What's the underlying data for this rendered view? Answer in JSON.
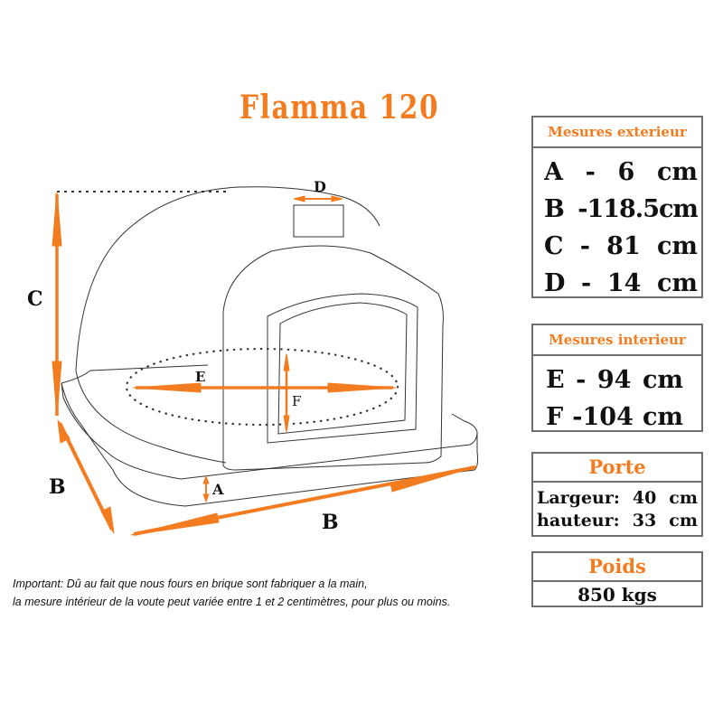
{
  "title": "Flamma 120",
  "colors": {
    "accent": "#f47c20",
    "line": "#333333",
    "text": "#111111",
    "box_border": "#6e6e6e"
  },
  "diagram_labels": {
    "A": "A",
    "B_left": "B",
    "B_front": "B",
    "C": "C",
    "D": "D",
    "E": "E",
    "F": "F"
  },
  "exterior": {
    "header": "Mesures exterieur",
    "rows": [
      {
        "letter": "A",
        "sep": "-",
        "value": "6",
        "unit": "cm"
      },
      {
        "letter": "B",
        "sep": "-",
        "value": "118.5",
        "unit": "cm"
      },
      {
        "letter": "C",
        "sep": "-",
        "value": "81",
        "unit": "cm"
      },
      {
        "letter": "D",
        "sep": "-",
        "value": "14",
        "unit": "cm"
      }
    ]
  },
  "interior": {
    "header": "Mesures interieur",
    "rows": [
      {
        "letter": "E",
        "sep": "-",
        "value": "94",
        "unit": "cm"
      },
      {
        "letter": "F",
        "sep": "-",
        "value": "104",
        "unit": "cm"
      }
    ]
  },
  "door": {
    "header": "Porte",
    "rows": [
      {
        "label": "Largeur:",
        "value": "40",
        "unit": "cm"
      },
      {
        "label": "hauteur:",
        "value": "33",
        "unit": "cm"
      }
    ]
  },
  "weight": {
    "header": "Poids",
    "value": "850 kgs"
  },
  "note": {
    "line1": "Important: Dû au fait que nous fours en brique sont fabriquer a la main,",
    "line2": "la mesure intérieur de la voute peut variée entre 1 et 2 centimètres, pour plus ou moins."
  }
}
